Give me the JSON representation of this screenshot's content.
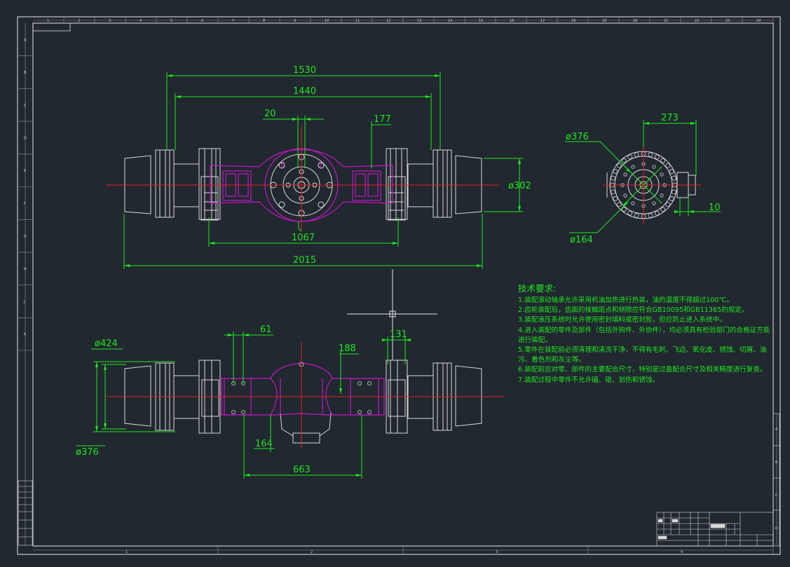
{
  "drawing": {
    "top_view": {
      "dims": [
        "1530",
        "1440",
        "20",
        "177",
        "1067",
        "2015",
        "ø302"
      ]
    },
    "side_view": {
      "dims": [
        "273",
        "ø376",
        "ø164",
        "10"
      ]
    },
    "front_view": {
      "dims": [
        "ø424",
        "61",
        "188",
        "131",
        "ø376",
        "164",
        "663"
      ]
    },
    "border": {
      "top_numbers": [
        "1",
        "2",
        "3",
        "4",
        "5",
        "6",
        "7",
        "8",
        "9",
        "10",
        "11",
        "12",
        "13",
        "14",
        "15",
        "16",
        "17",
        "18",
        "19",
        "20",
        "21",
        "22",
        "23",
        "24"
      ],
      "bottom_numbers": [
        "1",
        "2",
        "3",
        "4"
      ],
      "left_letters": [
        "A",
        "B",
        "C",
        "D",
        "E",
        "F",
        "G",
        "H",
        "J",
        "K"
      ],
      "right_letters": [
        "A",
        "B",
        "C",
        "D"
      ]
    }
  },
  "technical_requirements": {
    "title": "技术要求:",
    "items": [
      "1.装配滚动轴承允许采用机油加热进行热装，油的温度不得超过100℃。",
      "2.齿轮装配后，齿面的接触斑点和侧隙应符合GB10095和GB11365的规定。",
      "3.装配液压系统时允许使用密封填料或密封胶，但应防止进入系统中。",
      "4.进入装配的零件及部件（包括外购件、外协件），均必须具有检验部门的合格证方能进行装配。",
      "5.零件在装配前必须清理和清洗干净，不得有毛刺、飞边、氧化皮、锈蚀、切屑、油污、着色剂和灰尘等。",
      "6.装配前应对零、部件的主要配合尺寸，特别是过盈配合尺寸及相关精度进行复查。",
      "7.装配过程中零件不允许磕、碰、划伤和锈蚀。"
    ]
  },
  "colors": {
    "background": "#212830",
    "border": "#e6e6e6",
    "dimension": "#1ee61e",
    "part": "#d9d9d9",
    "housing": "#c218c2",
    "centerline": "#e61e1e"
  }
}
